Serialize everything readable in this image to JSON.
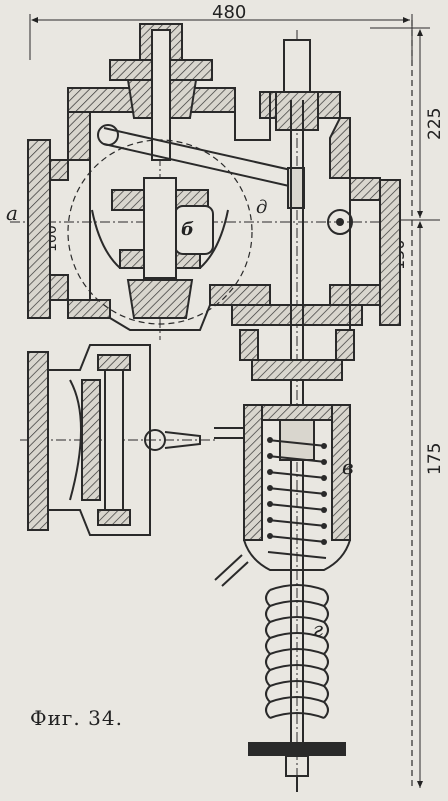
{
  "dimensions": {
    "width_top": "480",
    "height_upper": "225",
    "height_lower": "175",
    "mid_right": "150",
    "left_small": "100"
  },
  "labels": {
    "a": "а",
    "b": "б",
    "d": "д",
    "v": "в",
    "g": "г"
  },
  "caption": "Фиг. 34."
}
